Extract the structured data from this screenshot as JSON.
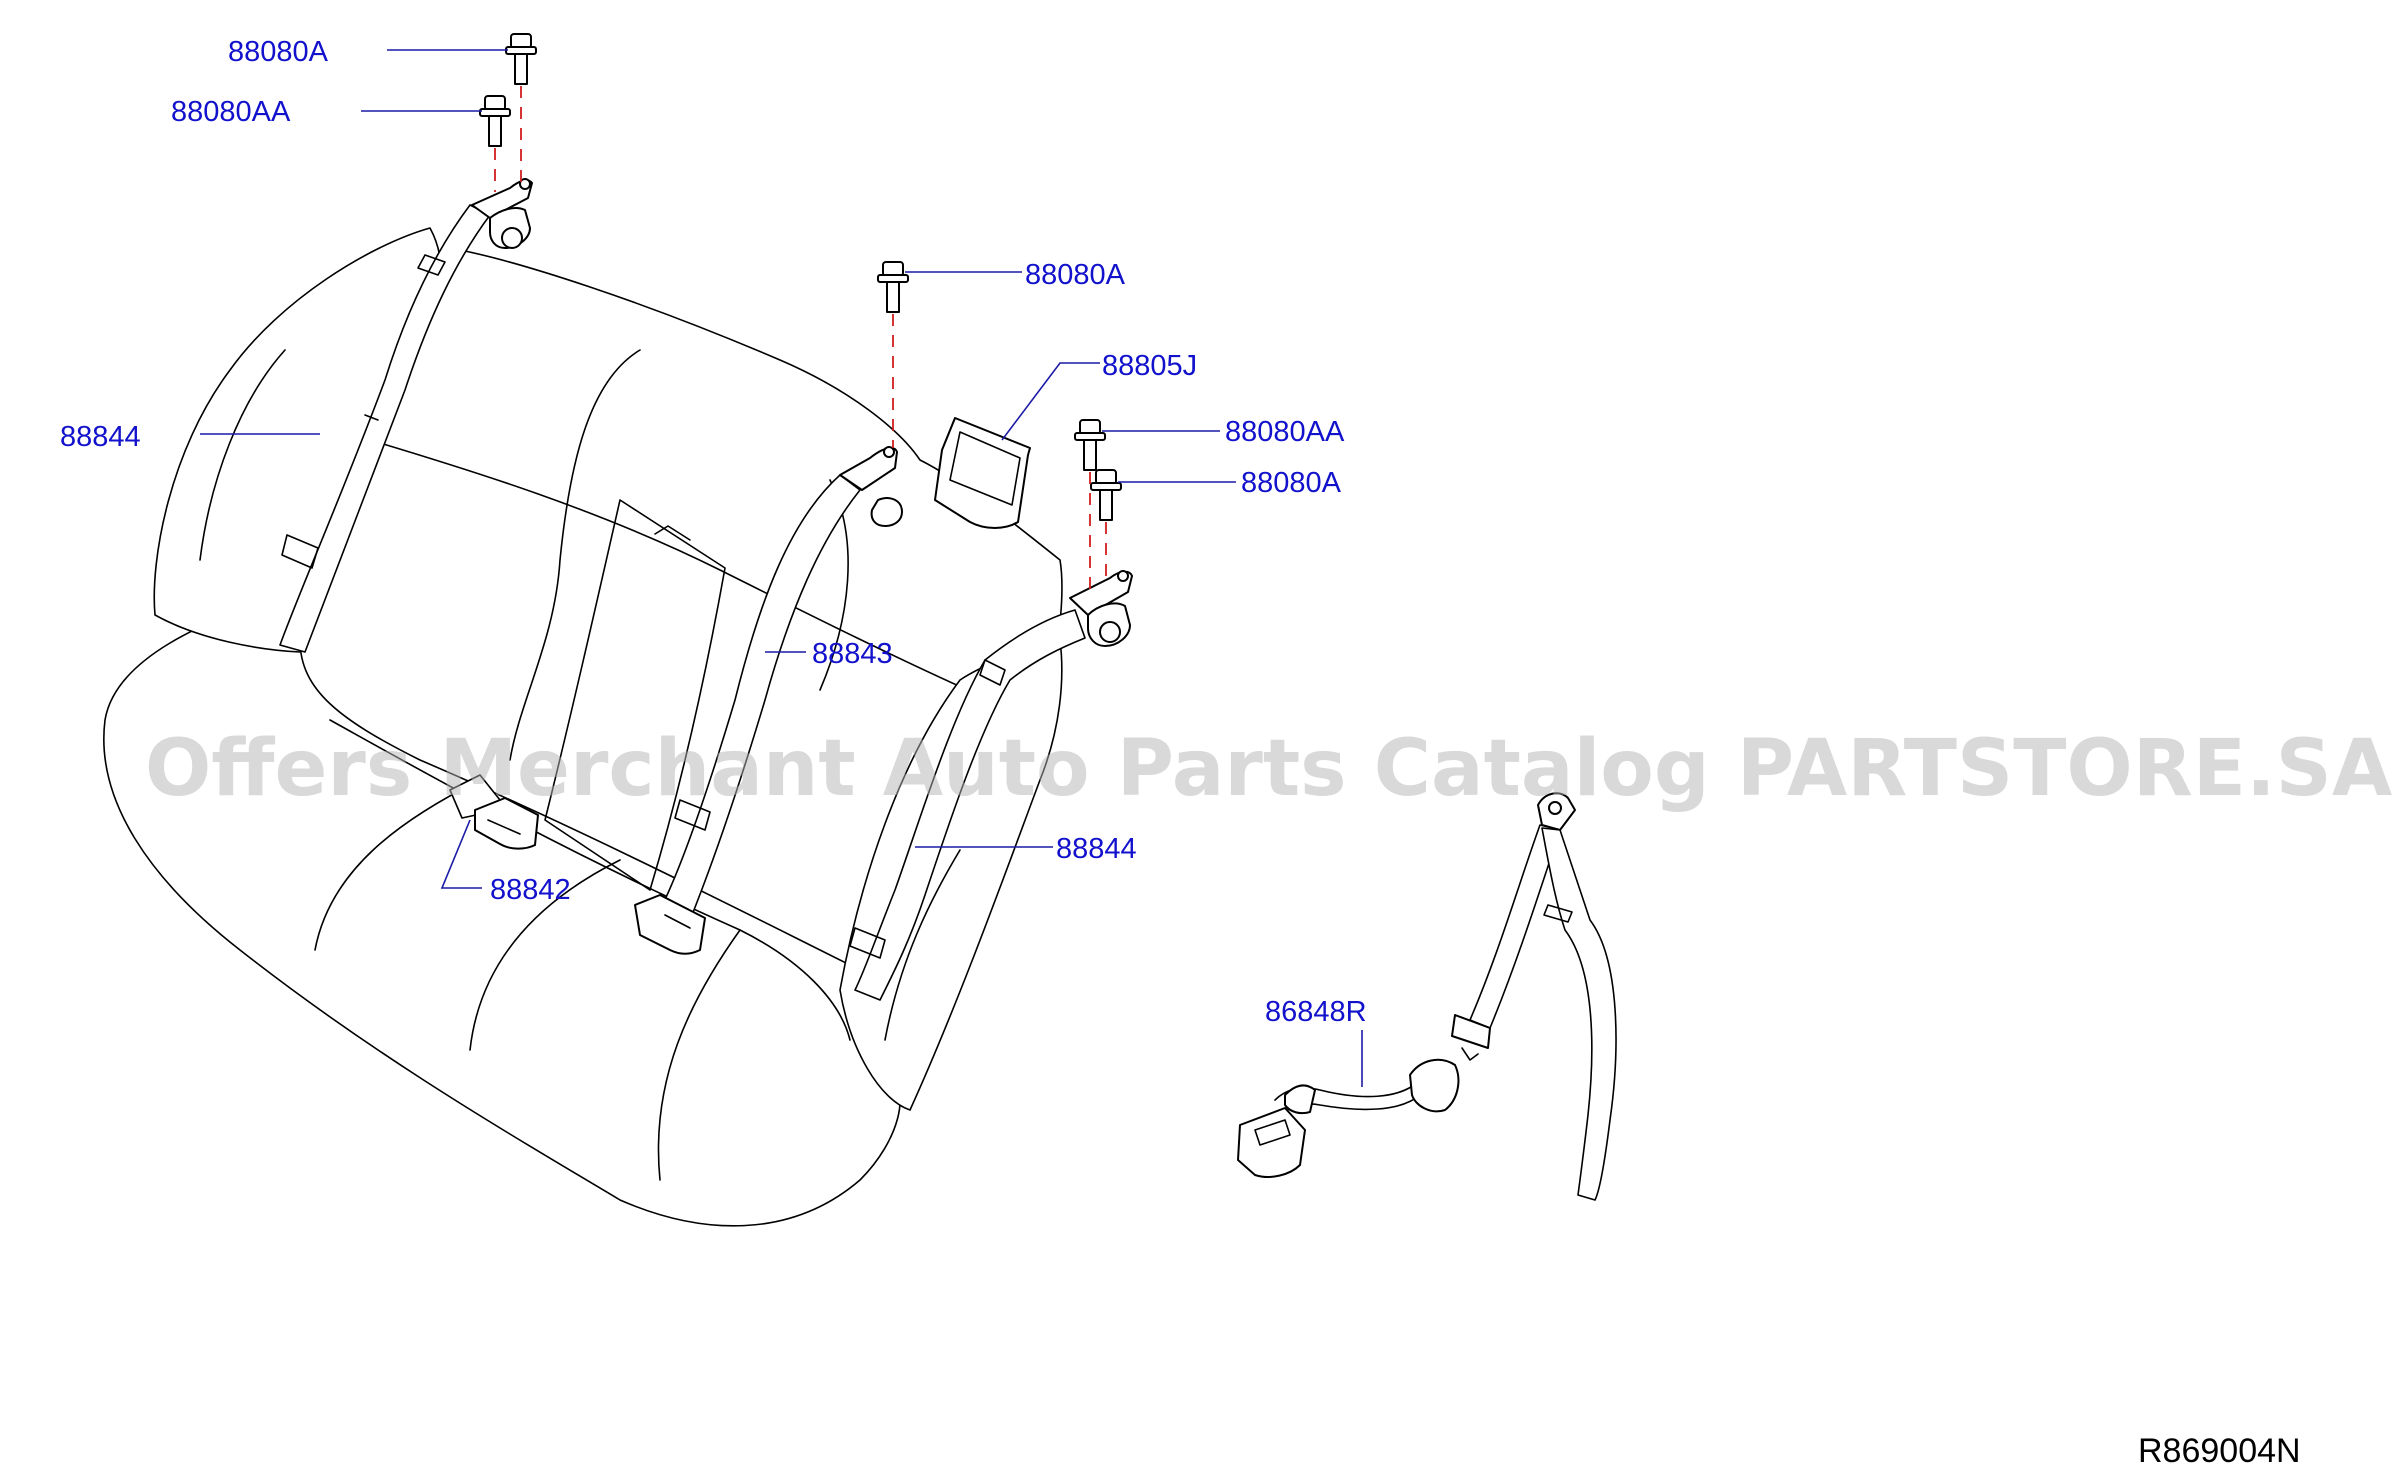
{
  "watermark": "Offers Merchant Auto Parts Catalog PARTSTORE.SA",
  "diagram_ref": "R869004N",
  "colors": {
    "callout_text": "#1212cc",
    "leader_line": "#1a1aa6",
    "fastener_axis": "#d21e1e",
    "part_outline": "#000000",
    "watermark": "#b4b4b4"
  },
  "callouts": {
    "bolt_top_a": "88080A",
    "bolt_top_aa": "88080AA",
    "belt_left": "88844",
    "bolt_center_a": "88080A",
    "bracket": "88805J",
    "bolt_right_aa": "88080AA",
    "bolt_right_a": "88080A",
    "belt_center": "88843",
    "belt_right": "88844",
    "buckle_left": "88842",
    "buckle_right": "86848R"
  }
}
